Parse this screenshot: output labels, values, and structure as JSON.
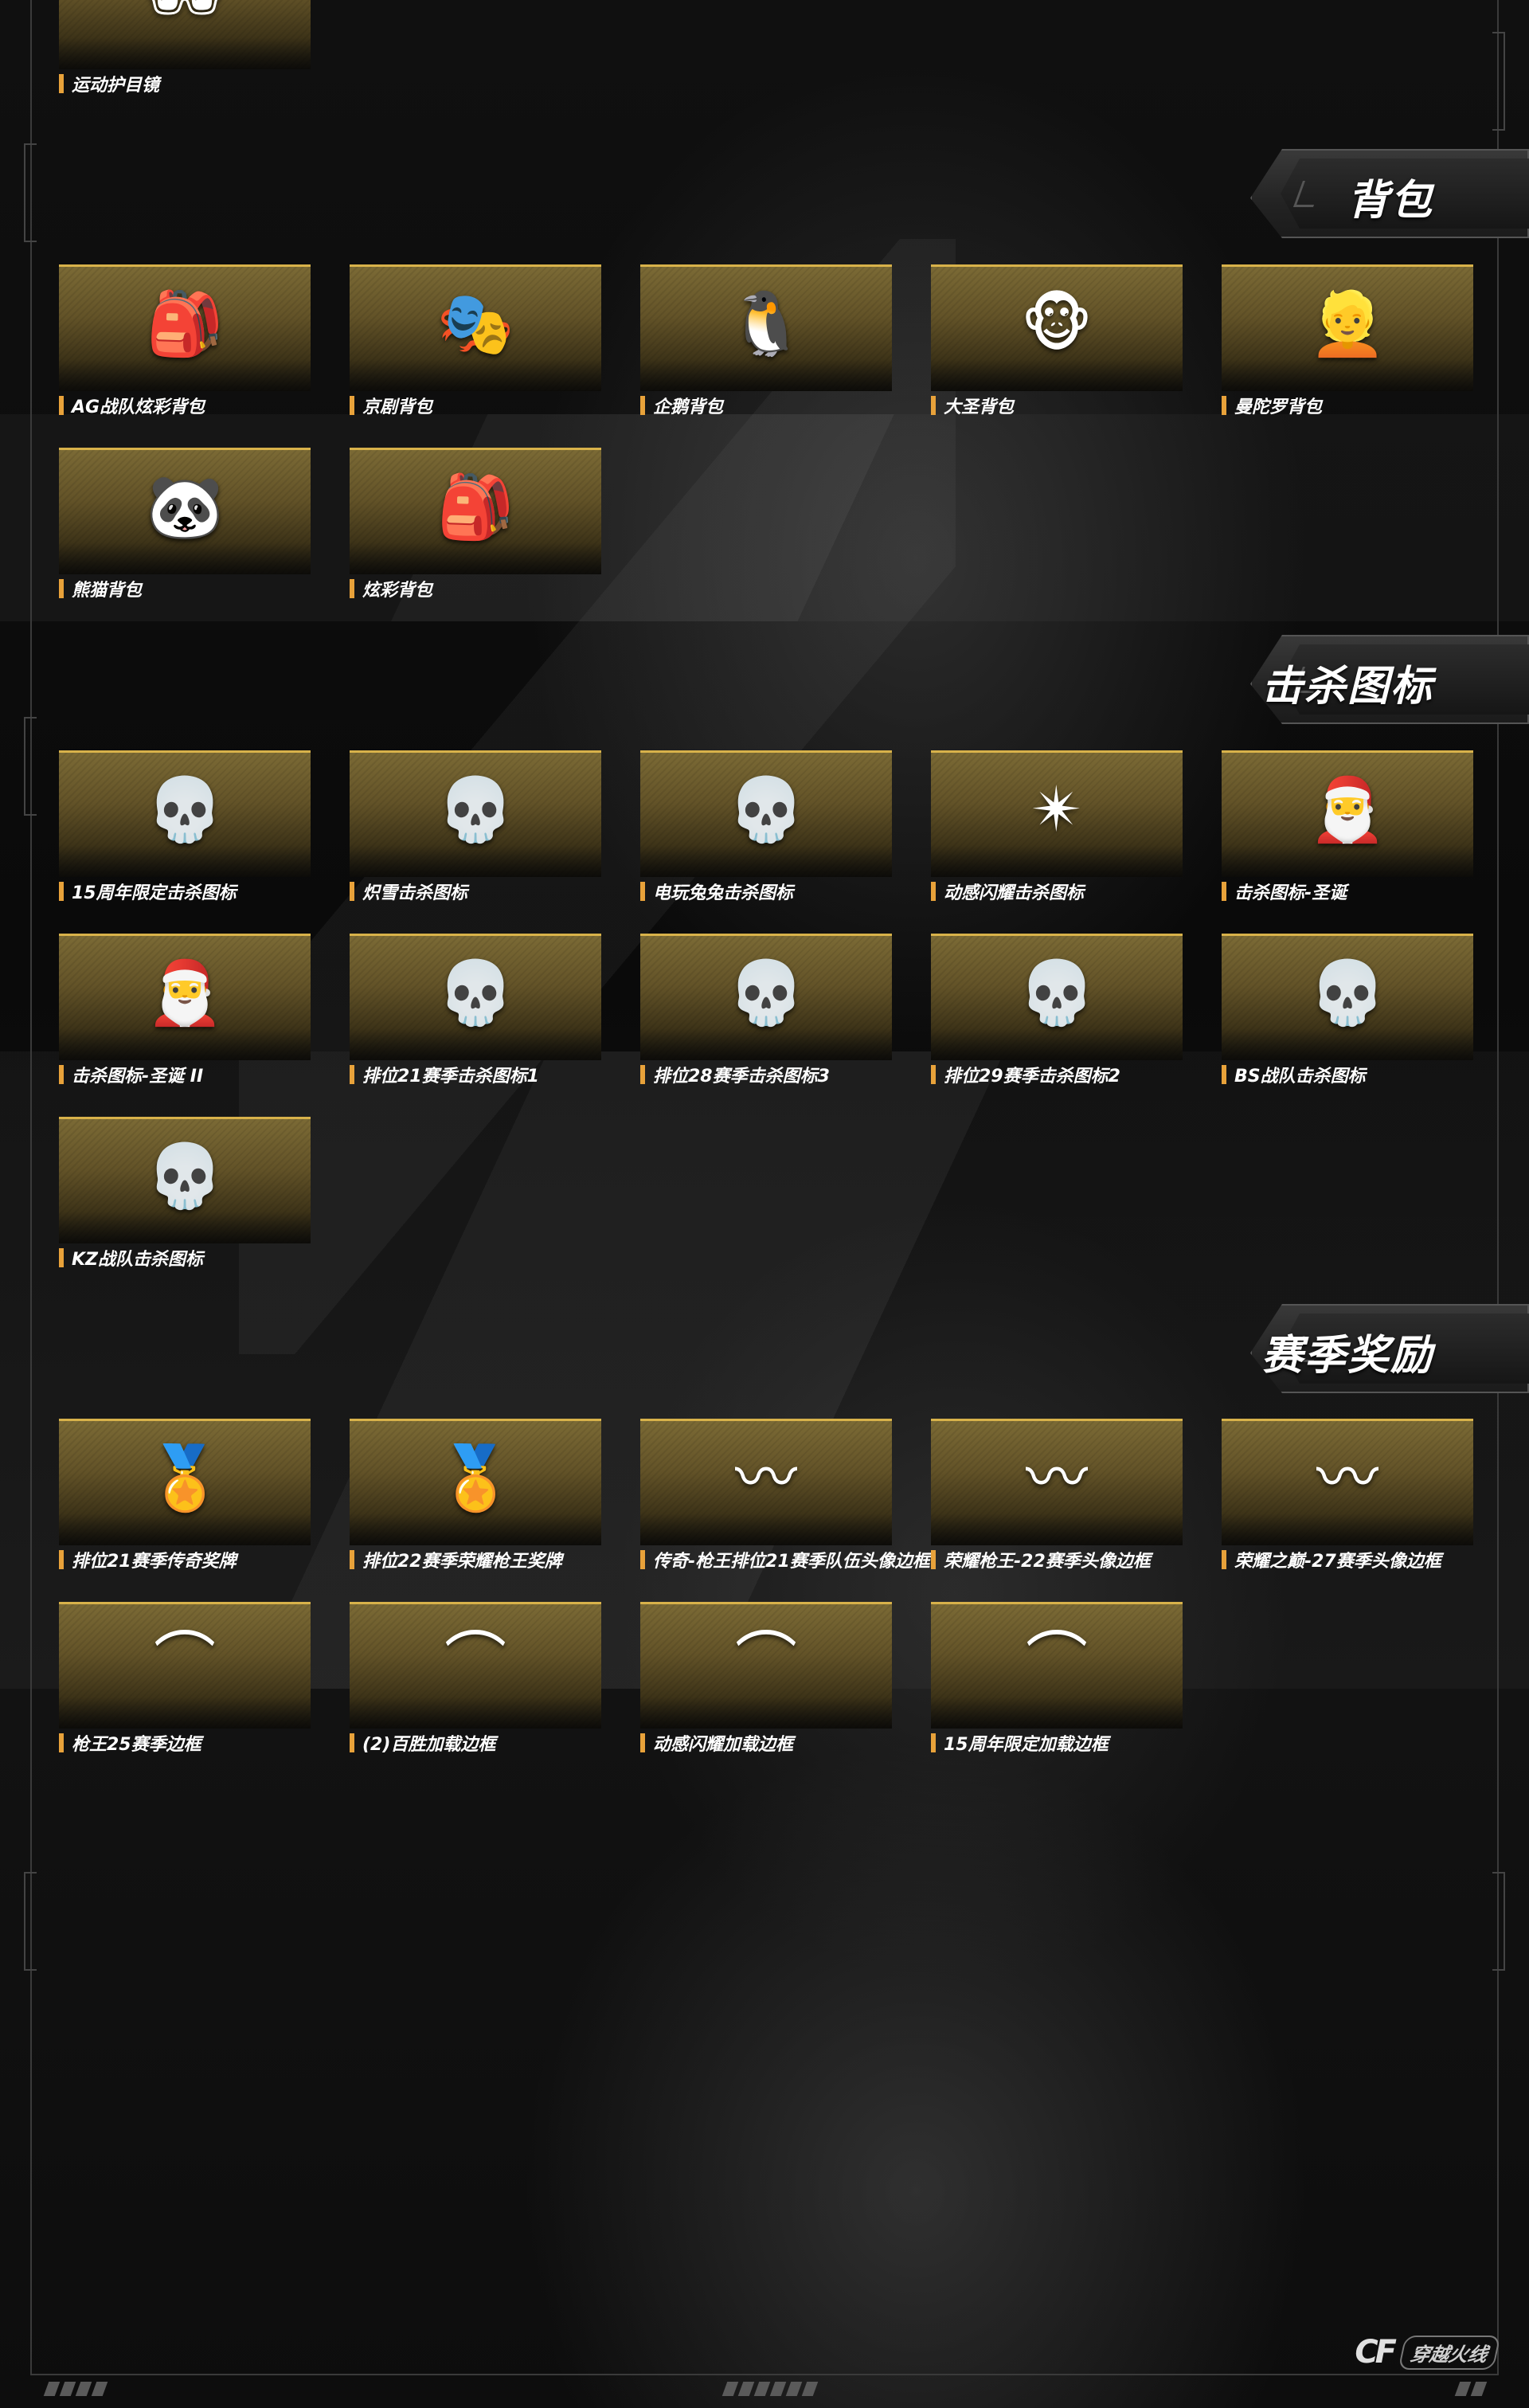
{
  "colors": {
    "card_top": "#d8b24a",
    "label_bar": "#e8a23a",
    "background": "#0b0b0b",
    "header_bg": "#2a2a2a"
  },
  "goggles": {
    "items": [
      {
        "label": "运动护目镜",
        "icon": "sunglasses-icon",
        "glyph": "🕶"
      }
    ]
  },
  "backpacks": {
    "title": "背包",
    "items": [
      {
        "label": "AG战队炫彩背包",
        "icon": "red-ag-backpack-icon",
        "glyph": "🎒"
      },
      {
        "label": "京剧背包",
        "icon": "peking-opera-backpack-icon",
        "glyph": "🎭"
      },
      {
        "label": "企鹅背包",
        "icon": "penguin-backpack-icon",
        "glyph": "🐧"
      },
      {
        "label": "大圣背包",
        "icon": "monkey-king-backpack-icon",
        "glyph": "🐵"
      },
      {
        "label": "曼陀罗背包",
        "icon": "mandala-backpack-icon",
        "glyph": "👱"
      },
      {
        "label": "熊猫背包",
        "icon": "panda-backpack-icon",
        "glyph": "🐼"
      },
      {
        "label": "炫彩背包",
        "icon": "military-backpack-icon",
        "glyph": "🎒"
      }
    ]
  },
  "kill_icons": {
    "title": "击杀图标",
    "items": [
      {
        "label": "15周年限定击杀图标",
        "icon": "skull-anniversary-icon",
        "glyph": "💀"
      },
      {
        "label": "炽雪击杀图标",
        "icon": "skull-fire-icon",
        "glyph": "💀"
      },
      {
        "label": "电玩兔兔击杀图标",
        "icon": "skull-rabbit-icon",
        "glyph": "💀"
      },
      {
        "label": "动感闪耀击杀图标",
        "icon": "star-compass-icon",
        "glyph": "✴"
      },
      {
        "label": "击杀图标-圣诞",
        "icon": "santa-skull-icon",
        "glyph": "🎅"
      },
      {
        "label": "击杀图标-圣诞 II",
        "icon": "santa-skull-2-icon",
        "glyph": "🎅"
      },
      {
        "label": "排位21赛季击杀图标1",
        "icon": "skull-ranked-21-icon",
        "glyph": "💀"
      },
      {
        "label": "排位28赛季击杀图标3",
        "icon": "skull-ranked-28-icon",
        "glyph": "💀"
      },
      {
        "label": "排位29赛季击杀图标2",
        "icon": "skull-ranked-29-icon",
        "glyph": "💀"
      },
      {
        "label": "BS战队击杀图标",
        "icon": "skull-bs-team-icon",
        "glyph": "💀"
      },
      {
        "label": "KZ战队击杀图标",
        "icon": "skull-kz-team-icon",
        "glyph": "💀"
      }
    ]
  },
  "season_rewards": {
    "title": "赛季奖励",
    "items": [
      {
        "label": "排位21赛季传奇奖牌",
        "icon": "purple-medal-icon",
        "glyph": "🏅"
      },
      {
        "label": "排位22赛季荣耀枪王奖牌",
        "icon": "blue-gold-medal-icon",
        "glyph": "🏅"
      },
      {
        "label": "传奇-枪王排位21赛季队伍头像边框",
        "icon": "purple-wing-frame-icon",
        "glyph": "〰"
      },
      {
        "label": "荣耀枪王-22赛季头像边框",
        "icon": "blue-wing-frame-icon",
        "glyph": "〰"
      },
      {
        "label": "荣耀之巅-27赛季头像边框",
        "icon": "gold-wing-frame-icon",
        "glyph": "〰"
      },
      {
        "label": "枪王25赛季边框",
        "icon": "purple-loading-frame-icon",
        "glyph": "⌒"
      },
      {
        "label": "(2)百胜加载边框",
        "icon": "gold-loading-frame-icon",
        "glyph": "⌒"
      },
      {
        "label": "动感闪耀加载边框",
        "icon": "neon-loading-frame-icon",
        "glyph": "⌒"
      },
      {
        "label": "15周年限定加载边框",
        "icon": "anniversary-loading-frame-icon",
        "glyph": "⌒"
      }
    ]
  },
  "footer": {
    "logo_mark": "CF",
    "logo_name": "穿越火线"
  }
}
